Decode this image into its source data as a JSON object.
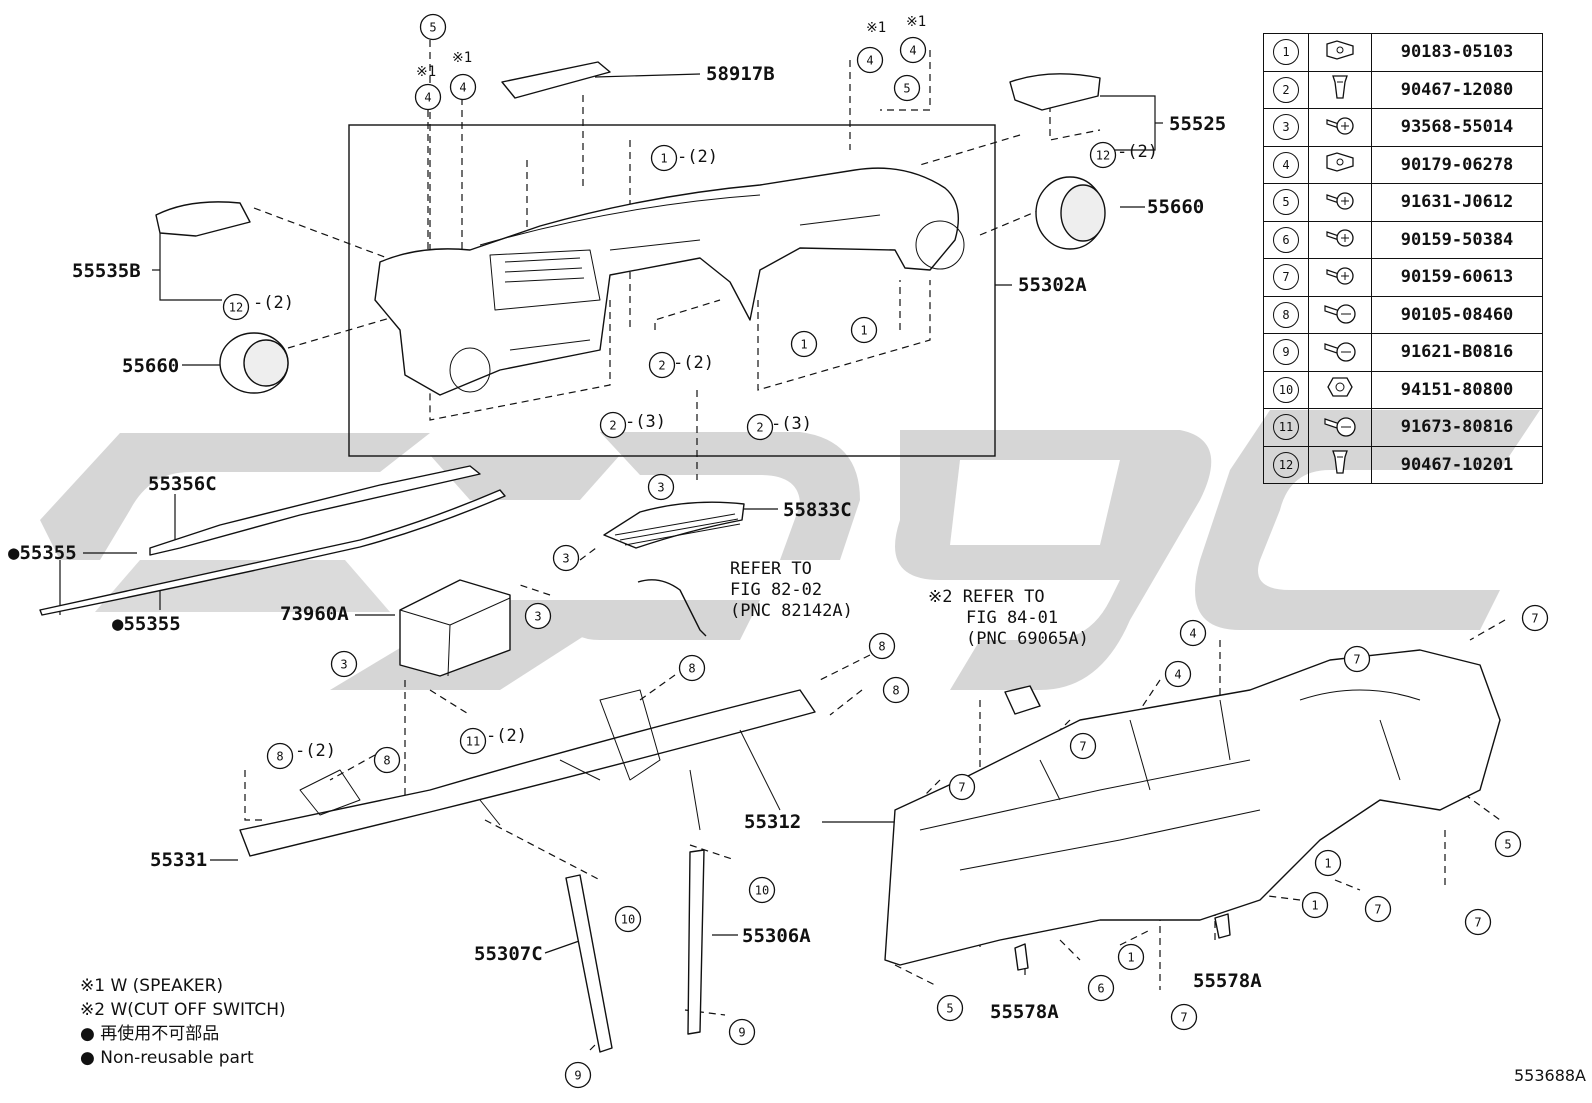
{
  "figure_id": "553688A",
  "fastener_table": [
    {
      "ref": "1",
      "part_no": "90183-05103",
      "icon": "clip-nut-icon"
    },
    {
      "ref": "2",
      "part_no": "90467-12080",
      "icon": "push-clip-icon"
    },
    {
      "ref": "3",
      "part_no": "93568-55014",
      "icon": "screw-icon"
    },
    {
      "ref": "4",
      "part_no": "90179-06278",
      "icon": "clip-nut-icon"
    },
    {
      "ref": "5",
      "part_no": "91631-J0612",
      "icon": "screw-icon"
    },
    {
      "ref": "6",
      "part_no": "90159-50384",
      "icon": "screw-icon"
    },
    {
      "ref": "7",
      "part_no": "90159-60613",
      "icon": "screw-icon"
    },
    {
      "ref": "8",
      "part_no": "90105-08460",
      "icon": "bolt-icon"
    },
    {
      "ref": "9",
      "part_no": "91621-B0816",
      "icon": "bolt-icon"
    },
    {
      "ref": "10",
      "part_no": "94151-80800",
      "icon": "nut-icon"
    },
    {
      "ref": "11",
      "part_no": "91673-80816",
      "icon": "bolt-icon"
    },
    {
      "ref": "12",
      "part_no": "90467-10201",
      "icon": "push-clip-icon"
    }
  ],
  "part_labels": {
    "p58917B": "58917B",
    "p55525": "55525",
    "p55660a": "55660",
    "p55660b": "55660",
    "p55535B": "55535B",
    "p55302A": "55302A",
    "p55356C": "55356C",
    "p55355a": "●55355",
    "p55355b": "●55355",
    "p55833C": "55833C",
    "p73960A": "73960A",
    "p55312": "55312",
    "p55331": "55331",
    "p55307C": "55307C",
    "p55306A": "55306A",
    "p55578Aa": "55578A",
    "p55578Ab": "55578A"
  },
  "notes": {
    "ref1": [
      "REFER TO",
      "FIG 82-02",
      "(PNC 82142A)"
    ],
    "ref2": [
      "※2 REFER TO",
      "FIG 84-01",
      "(PNC 69065A)"
    ],
    "mark1": "※1",
    "mark2": "※2"
  },
  "callouts": {
    "one": "1",
    "two": "2",
    "three": "3",
    "four": "4",
    "five": "5",
    "six": "6",
    "seven": "7",
    "eight": "8",
    "nine": "9",
    "ten": "10",
    "eleven": "11",
    "twelve": "12",
    "q2": "-(2)",
    "q3": "-(3)"
  },
  "legend": [
    "※1 W (SPEAKER)",
    "※2 W(CUT OFF SWITCH)",
    "● 再使用不可部品",
    "● Non-reusable part"
  ]
}
